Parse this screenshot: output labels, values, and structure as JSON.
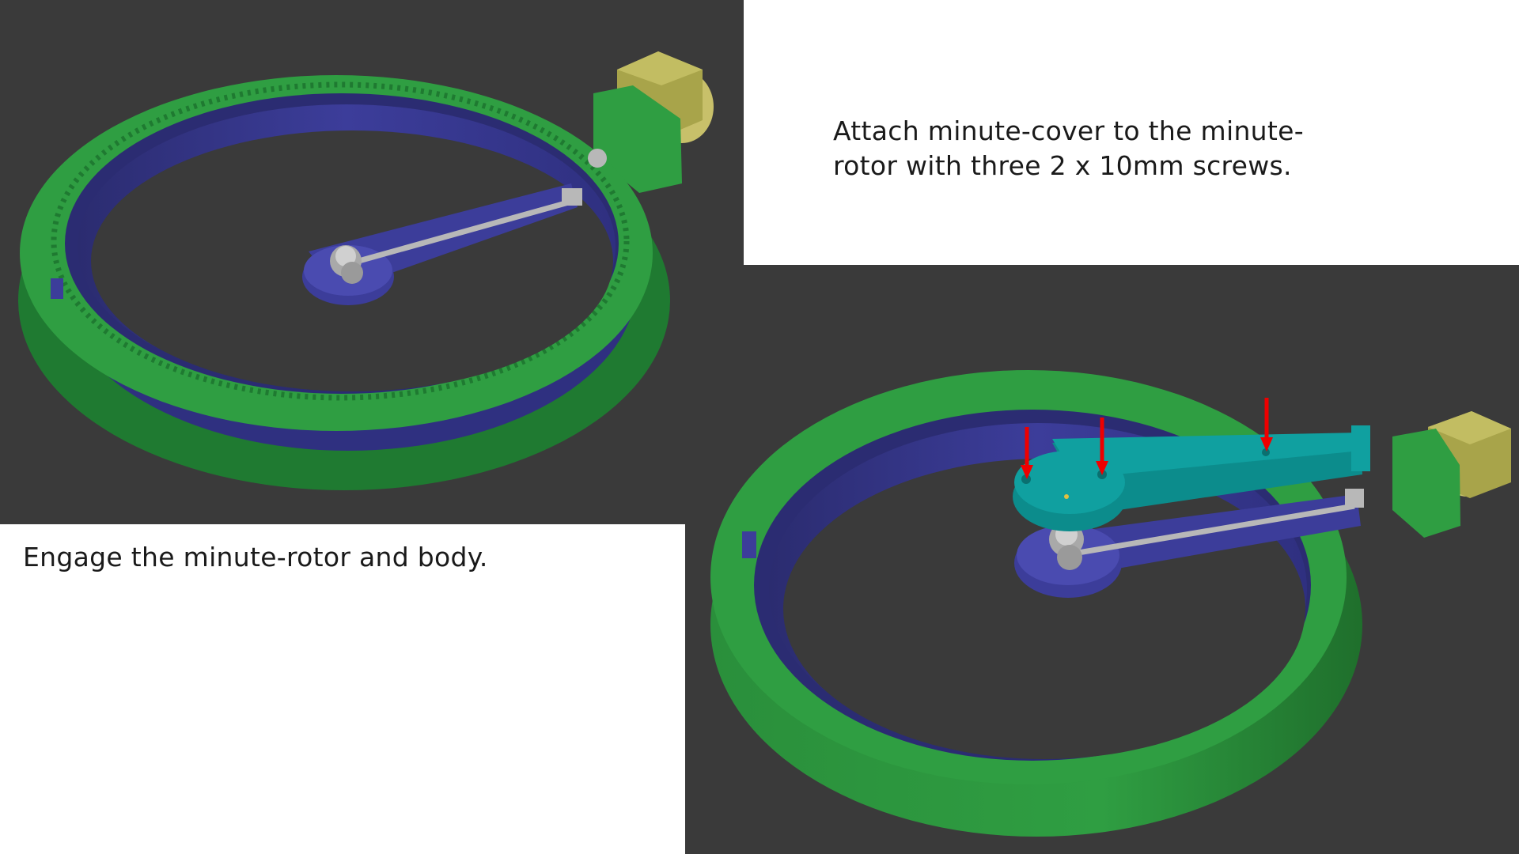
{
  "steps": {
    "engage_caption": "Engage the minute-rotor and body.",
    "attach_caption": "Attach minute-cover to the minute-rotor with three 2 x 10mm screws."
  },
  "colors": {
    "background": "#3a3a3a",
    "ring_green": "#2f9e42",
    "rotor_blue": "#3c3d9a",
    "cover_teal": "#10a0a0",
    "gear_grey": "#b8b8b8",
    "motor_olive": "#a8a44a",
    "arrow_red": "#ee0000"
  },
  "icons": [
    "screw-location-arrow"
  ]
}
